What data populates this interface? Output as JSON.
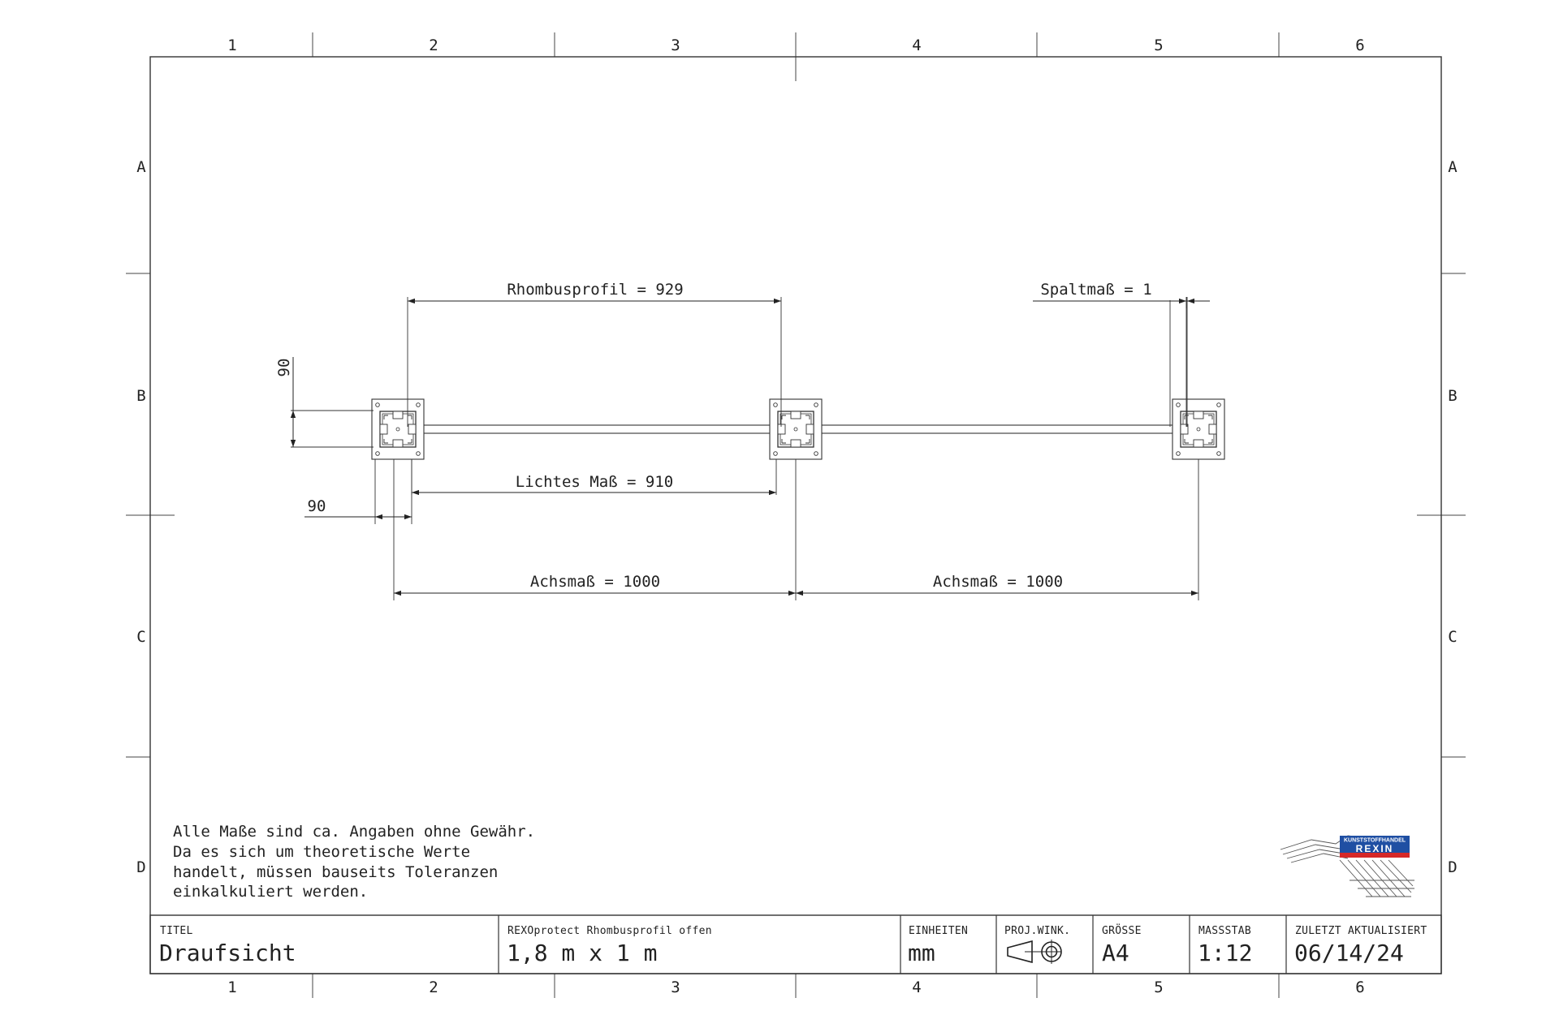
{
  "zones": {
    "columns": [
      "1",
      "2",
      "3",
      "4",
      "5",
      "6"
    ],
    "rows": [
      "A",
      "B",
      "C",
      "D"
    ]
  },
  "dimensions": {
    "rhombus": "Rhombusprofil = 929",
    "gap": "Spaltmaß = 1",
    "post_vertical": "90",
    "post_horizontal": "90",
    "clear": "Lichtes Maß = 910",
    "axis_left": "Achsmaß = 1000",
    "axis_right": "Achsmaß = 1000"
  },
  "note": {
    "lines": [
      "Alle Maße sind ca. Angaben ohne Gewähr.",
      "Da es sich um theoretische Werte",
      "handelt, müssen bauseits Toleranzen",
      "einkalkuliert werden."
    ]
  },
  "logo": {
    "top_text": "KUNSTSTOFFHANDEL",
    "brand": "REXIN",
    "brand_color": "#d62828",
    "band_color": "#1f4fa3"
  },
  "title_block": {
    "titel_label": "TITEL",
    "titel_value": "Draufsicht",
    "product_label": "REXOprotect Rhombusprofil offen",
    "product_value": "1,8 m x 1 m",
    "units_label": "EINHEITEN",
    "units_value": "mm",
    "projection_label": "PROJ.WINK.",
    "projection_icon": "first-angle-projection-icon",
    "size_label": "GRÖSSE",
    "size_value": "A4",
    "scale_label": "MASSSTAB",
    "scale_value": "1:12",
    "updated_label": "ZULETZT AKTUALISIERT",
    "updated_value": "06/14/24"
  }
}
